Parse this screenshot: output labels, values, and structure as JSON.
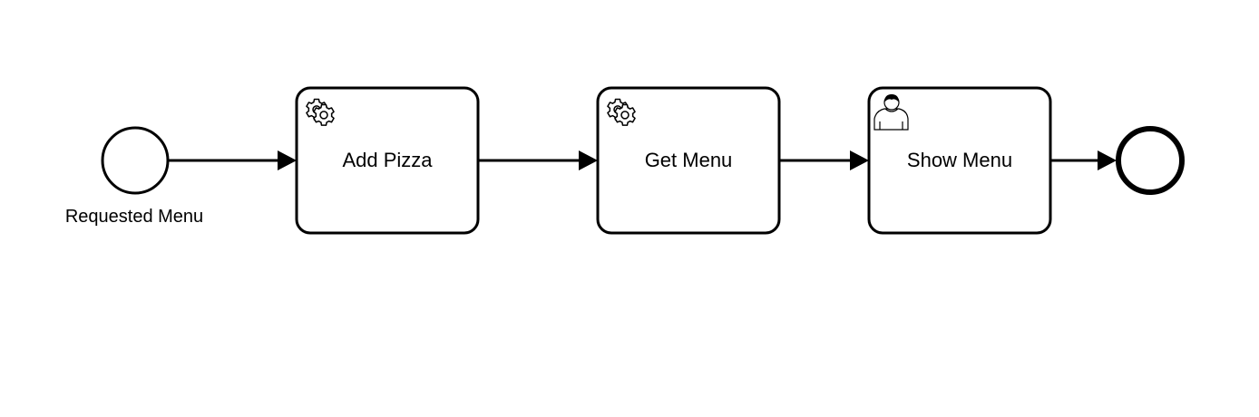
{
  "diagram": {
    "start_event": {
      "label": "Requested Menu",
      "icon": "start-event-circle"
    },
    "tasks": [
      {
        "label": "Add Pizza",
        "type": "service-task",
        "icon": "gear-icon"
      },
      {
        "label": "Get Menu",
        "type": "service-task",
        "icon": "gear-icon"
      },
      {
        "label": "Show Menu",
        "type": "user-task",
        "icon": "user-icon"
      }
    ],
    "end_event": {
      "label": "",
      "icon": "end-event-circle"
    },
    "stroke_color": "#000000",
    "fill_color": "#ffffff"
  }
}
